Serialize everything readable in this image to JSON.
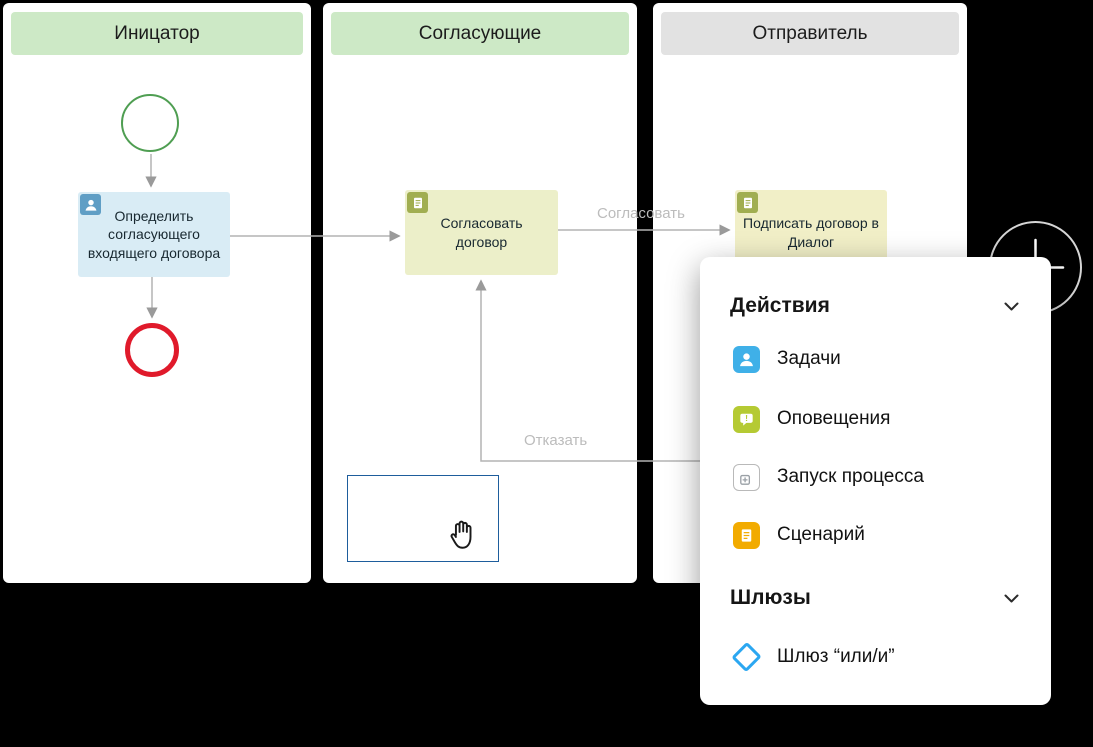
{
  "lanes": [
    {
      "title": "Иницатор"
    },
    {
      "title": "Согласующие"
    },
    {
      "title": "Отправитель"
    }
  ],
  "nodes": {
    "start_event": {
      "type": "start"
    },
    "end_event": {
      "type": "end"
    },
    "task1": {
      "label": "Определить согласующего входящего договора",
      "icon": "user-icon"
    },
    "task2": {
      "label": "Согласовать договор",
      "icon": "document-icon"
    },
    "task3": {
      "label": "Подписать договор в Диалог",
      "icon": "document-icon"
    }
  },
  "edges": {
    "approve": {
      "label": "Согласовать"
    },
    "reject": {
      "label": "Отказать"
    }
  },
  "popup": {
    "sections": [
      {
        "title": "Действия",
        "chevron": "chevron-down-icon",
        "items": [
          {
            "label": "Задачи",
            "icon": "user-task-icon",
            "color": "#3fb0e8"
          },
          {
            "label": "Оповещения",
            "icon": "notification-icon",
            "color": "#b5ca33"
          },
          {
            "label": "Запуск процесса",
            "icon": "process-start-icon",
            "color": "#ffffff"
          },
          {
            "label": "Сценарий",
            "icon": "script-icon",
            "color": "#f2ab00"
          }
        ]
      },
      {
        "title": "Шлюзы",
        "chevron": "chevron-down-icon",
        "items": [
          {
            "label": "Шлюз “или/и”",
            "icon": "gateway-diamond-icon",
            "color": "#2ba7f1"
          }
        ]
      }
    ]
  },
  "colors": {
    "lane_header_green": "#cde9c6",
    "lane_header_gray": "#e2e2e2",
    "task_blue": "#d9ecf5",
    "task_yellow": "#ecefc9",
    "start_event_green": "#4f9e52",
    "end_event_red": "#e01a2b",
    "selection_border_blue": "#1e5d9c",
    "connector_gray": "#b3b3b3"
  }
}
